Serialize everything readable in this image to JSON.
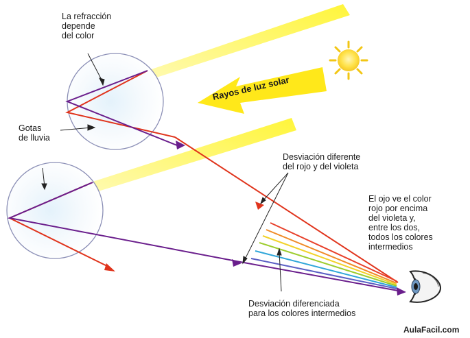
{
  "labels": {
    "refraction": "La refracción\ndepende\ndel color",
    "drops": "Gotas\nde lluvia",
    "sunrays": "Rayos de luz solar",
    "red_violet": "Desviación diferente\ndel rojo y del violeta",
    "eye_text": "El ojo ve el color\nrojo por encima\ndel violeta y,\nentre los dos,\ntodos los colores\nintermedios",
    "intermediate": "Desviación diferenciada\npara los colores intermedios",
    "watermark": "AulaFacil.com"
  },
  "colors": {
    "red": "#e0341c",
    "violet": "#6a1e8c",
    "yellow": "#ffe81a",
    "circle": "#8b8fb6",
    "spectrum": [
      "#e8402a",
      "#f08a26",
      "#f2d22a",
      "#9ccc2c",
      "#2fa6d9",
      "#5a5fc4"
    ]
  },
  "icons": {
    "sun": "sun-icon",
    "eye": "eye-icon"
  }
}
